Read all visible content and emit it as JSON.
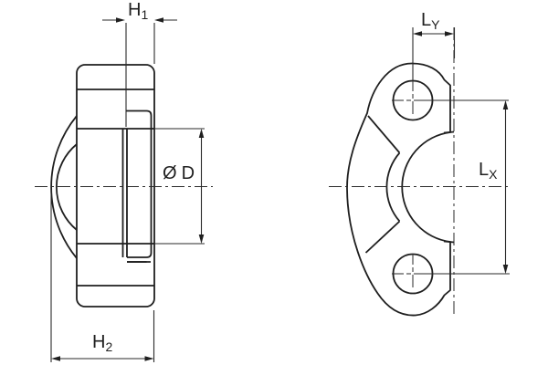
{
  "drawing": {
    "description": "Two-view engineering drawing of an SAE split flange clamp half: side view (left) and front view (right)",
    "background_color": "#ffffff",
    "line_color": "#1f1f1f",
    "dimensions": {
      "h1": {
        "main": "H",
        "sub": "1"
      },
      "h2": {
        "main": "H",
        "sub": "2"
      },
      "d": {
        "prefix": "Ø",
        "main": "D"
      },
      "ly": {
        "main": "L",
        "sub": "Y"
      },
      "lx": {
        "main": "L",
        "sub": "X"
      }
    }
  }
}
